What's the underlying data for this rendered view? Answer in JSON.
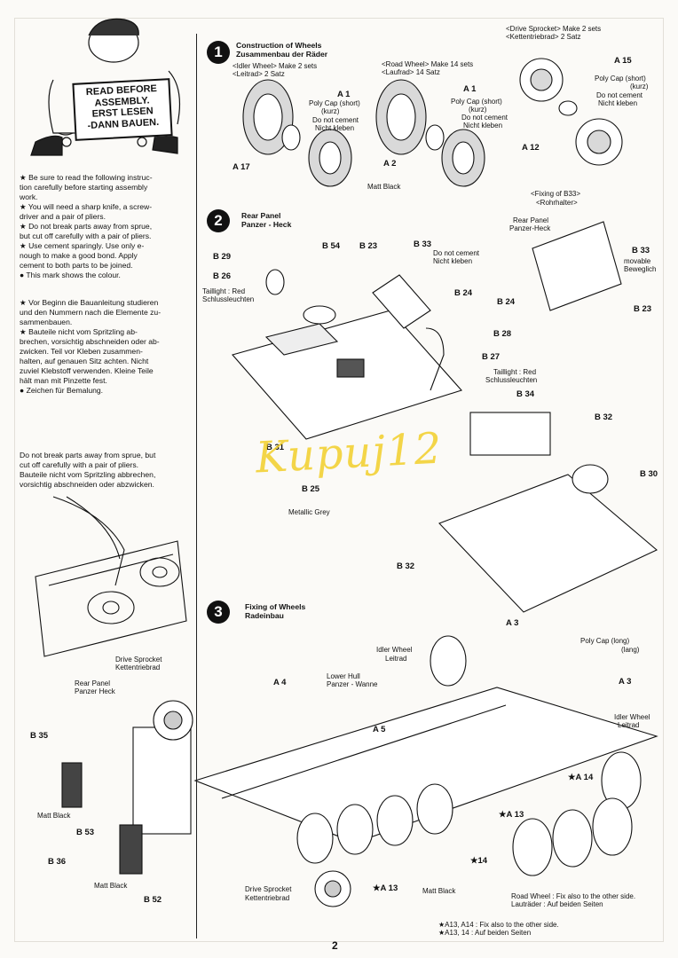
{
  "header_sign": {
    "line1": "READ BEFORE",
    "line2": "ASSEMBLY.",
    "line3": "ERST LESEN",
    "line4": "-DANN BAUEN."
  },
  "intro": {
    "en": [
      "★ Be sure to read the following instruc-",
      "tion carefully before starting assembly",
      "work.",
      "★ You will need a sharp knife, a screw-",
      "driver and a pair of pliers.",
      "★ Do not break parts away from sprue,",
      "but cut off carefully with a pair of pliers.",
      "★ Use cement sparingly. Use only e-",
      "nough to make a good bond. Apply",
      "cement to both parts to be joined.",
      "● This mark shows the colour."
    ],
    "de": [
      "★ Vor Beginn die Bauanleitung studieren",
      "und den Nummern nach die Elemente zu-",
      "sammenbauen.",
      "★ Bauteile nicht vom Spritzling ab-",
      "brechen, vorsichtig abschneiden oder ab-",
      "zwicken. Teil vor Kleben zusammen-",
      "halten, auf genauen Sitz achten. Nicht",
      "zuviel Klebstoff verwenden. Kleine Teile",
      "hält man mit Pinzette fest.",
      "● Zeichen für Bemalung."
    ],
    "sprue": [
      "Do not break parts away from sprue, but",
      "cut off carefully with a pair of pliers.",
      "Bauteile nicht vom Spritzling abbrechen,",
      "vorsichtig abschneiden oder abzwicken."
    ]
  },
  "step1": {
    "number": "1",
    "title_en": "Construction of Wheels",
    "title_de": "Zusammenbau der Räder",
    "idler": [
      "<Idler Wheel> Make 2 sets",
      "<Leitrad> 2 Satz"
    ],
    "road": [
      "<Road Wheel> Make 14 sets",
      "<Laufrad> 14 Satz"
    ],
    "sprocket": [
      "<Drive Sprocket> Make 2 sets",
      "<Kettentriebrad> 2 Satz"
    ],
    "labels": {
      "a1_left": "A 1",
      "a1_right": "A 1",
      "a17": "A 17",
      "a2": "A 2",
      "a15": "A 15",
      "a12": "A 12",
      "poly_short": "Poly Cap (short)",
      "kurz": "(kurz)",
      "no_cement": "Do not cement",
      "nicht_kleben": "Nicht kleben",
      "poly_short2": "Poly Cap (short)",
      "kurz2": "(kurz)",
      "no_cement2": "Do not cement",
      "nicht_kleben2": "Nicht kleben",
      "poly_short3": "Poly Cap (short)",
      "kurz3": "(kurz)",
      "no_cement3": "Do not cement",
      "nicht_kleben3": "Nicht kleben",
      "matt_black": "Matt Black"
    }
  },
  "step2": {
    "number": "2",
    "title_en": "Rear Panel",
    "title_de": "Panzer - Heck",
    "labels": {
      "b29": "B 29",
      "b26": "B 26",
      "b54": "B 54",
      "b23": "B 23",
      "b33": "B 33",
      "b24": "B 24",
      "b28": "B 28",
      "b27": "B 27",
      "b31": "B 31",
      "b25": "B 25",
      "b34": "B 34",
      "b32a": "B 32",
      "b30": "B 30",
      "b32b": "B 32",
      "b33r": "B 33",
      "b24r": "B 24",
      "b23r": "B 23",
      "taillight": "Taillight : Red",
      "schluss": "Schlussleuchten",
      "taillight2": "Taillight : Red",
      "schluss2": "Schlussleuchten",
      "no_cement": "Do not cement",
      "nicht_kleben": "Nicht kleben",
      "metallic": "Metallic Grey",
      "fixing": "<Fixing of B33>",
      "rohrhalter": "<Rohrhalter>",
      "rear_panel": "Rear Panel",
      "panzer_heck": "Panzer-Heck",
      "movable": "movable",
      "beweglich": "Beweglich"
    }
  },
  "step3": {
    "number": "3",
    "title_en": "Fixing of Wheels",
    "title_de": "Radeinbau",
    "labels": {
      "a3": "A 3",
      "a3r": "A 3",
      "a4": "A 4",
      "a5": "A 5",
      "a14": "★A 14",
      "a13": "★A 13",
      "a13b": "★A 13",
      "s14": "★14",
      "b35": "B 35",
      "b53": "B 53",
      "b36": "B 36",
      "b52": "B 52",
      "idler": "Idler Wheel",
      "leitrad": "Leitrad",
      "idler2": "Idler Wheel",
      "leitrad2": "Leitrad",
      "poly_long": "Poly Cap (long)",
      "lang": "(lang)",
      "lower_hull": "Lower Hull",
      "wanne": "Panzer - Wanne",
      "drive": "Drive Sprocket",
      "ketten": "Kettentriebrad",
      "drive2": "Drive Sprocket",
      "ketten2": "Kettentriebrad",
      "rear_panel": "Rear Panel",
      "panzer_heck": "Panzer Heck",
      "matt1": "Matt Black",
      "matt2": "Matt Black",
      "matt3": "Matt Black",
      "road_fix": "Road Wheel : Fix also to the other side.",
      "laufrader": "Lauträder : Auf beiden Seiten",
      "note1": "★A13, A14 : Fix also to the other side.",
      "note2": "★A13, 14 : Auf beiden Seiten"
    }
  },
  "watermark": "Kupuj12",
  "page_number": "2"
}
